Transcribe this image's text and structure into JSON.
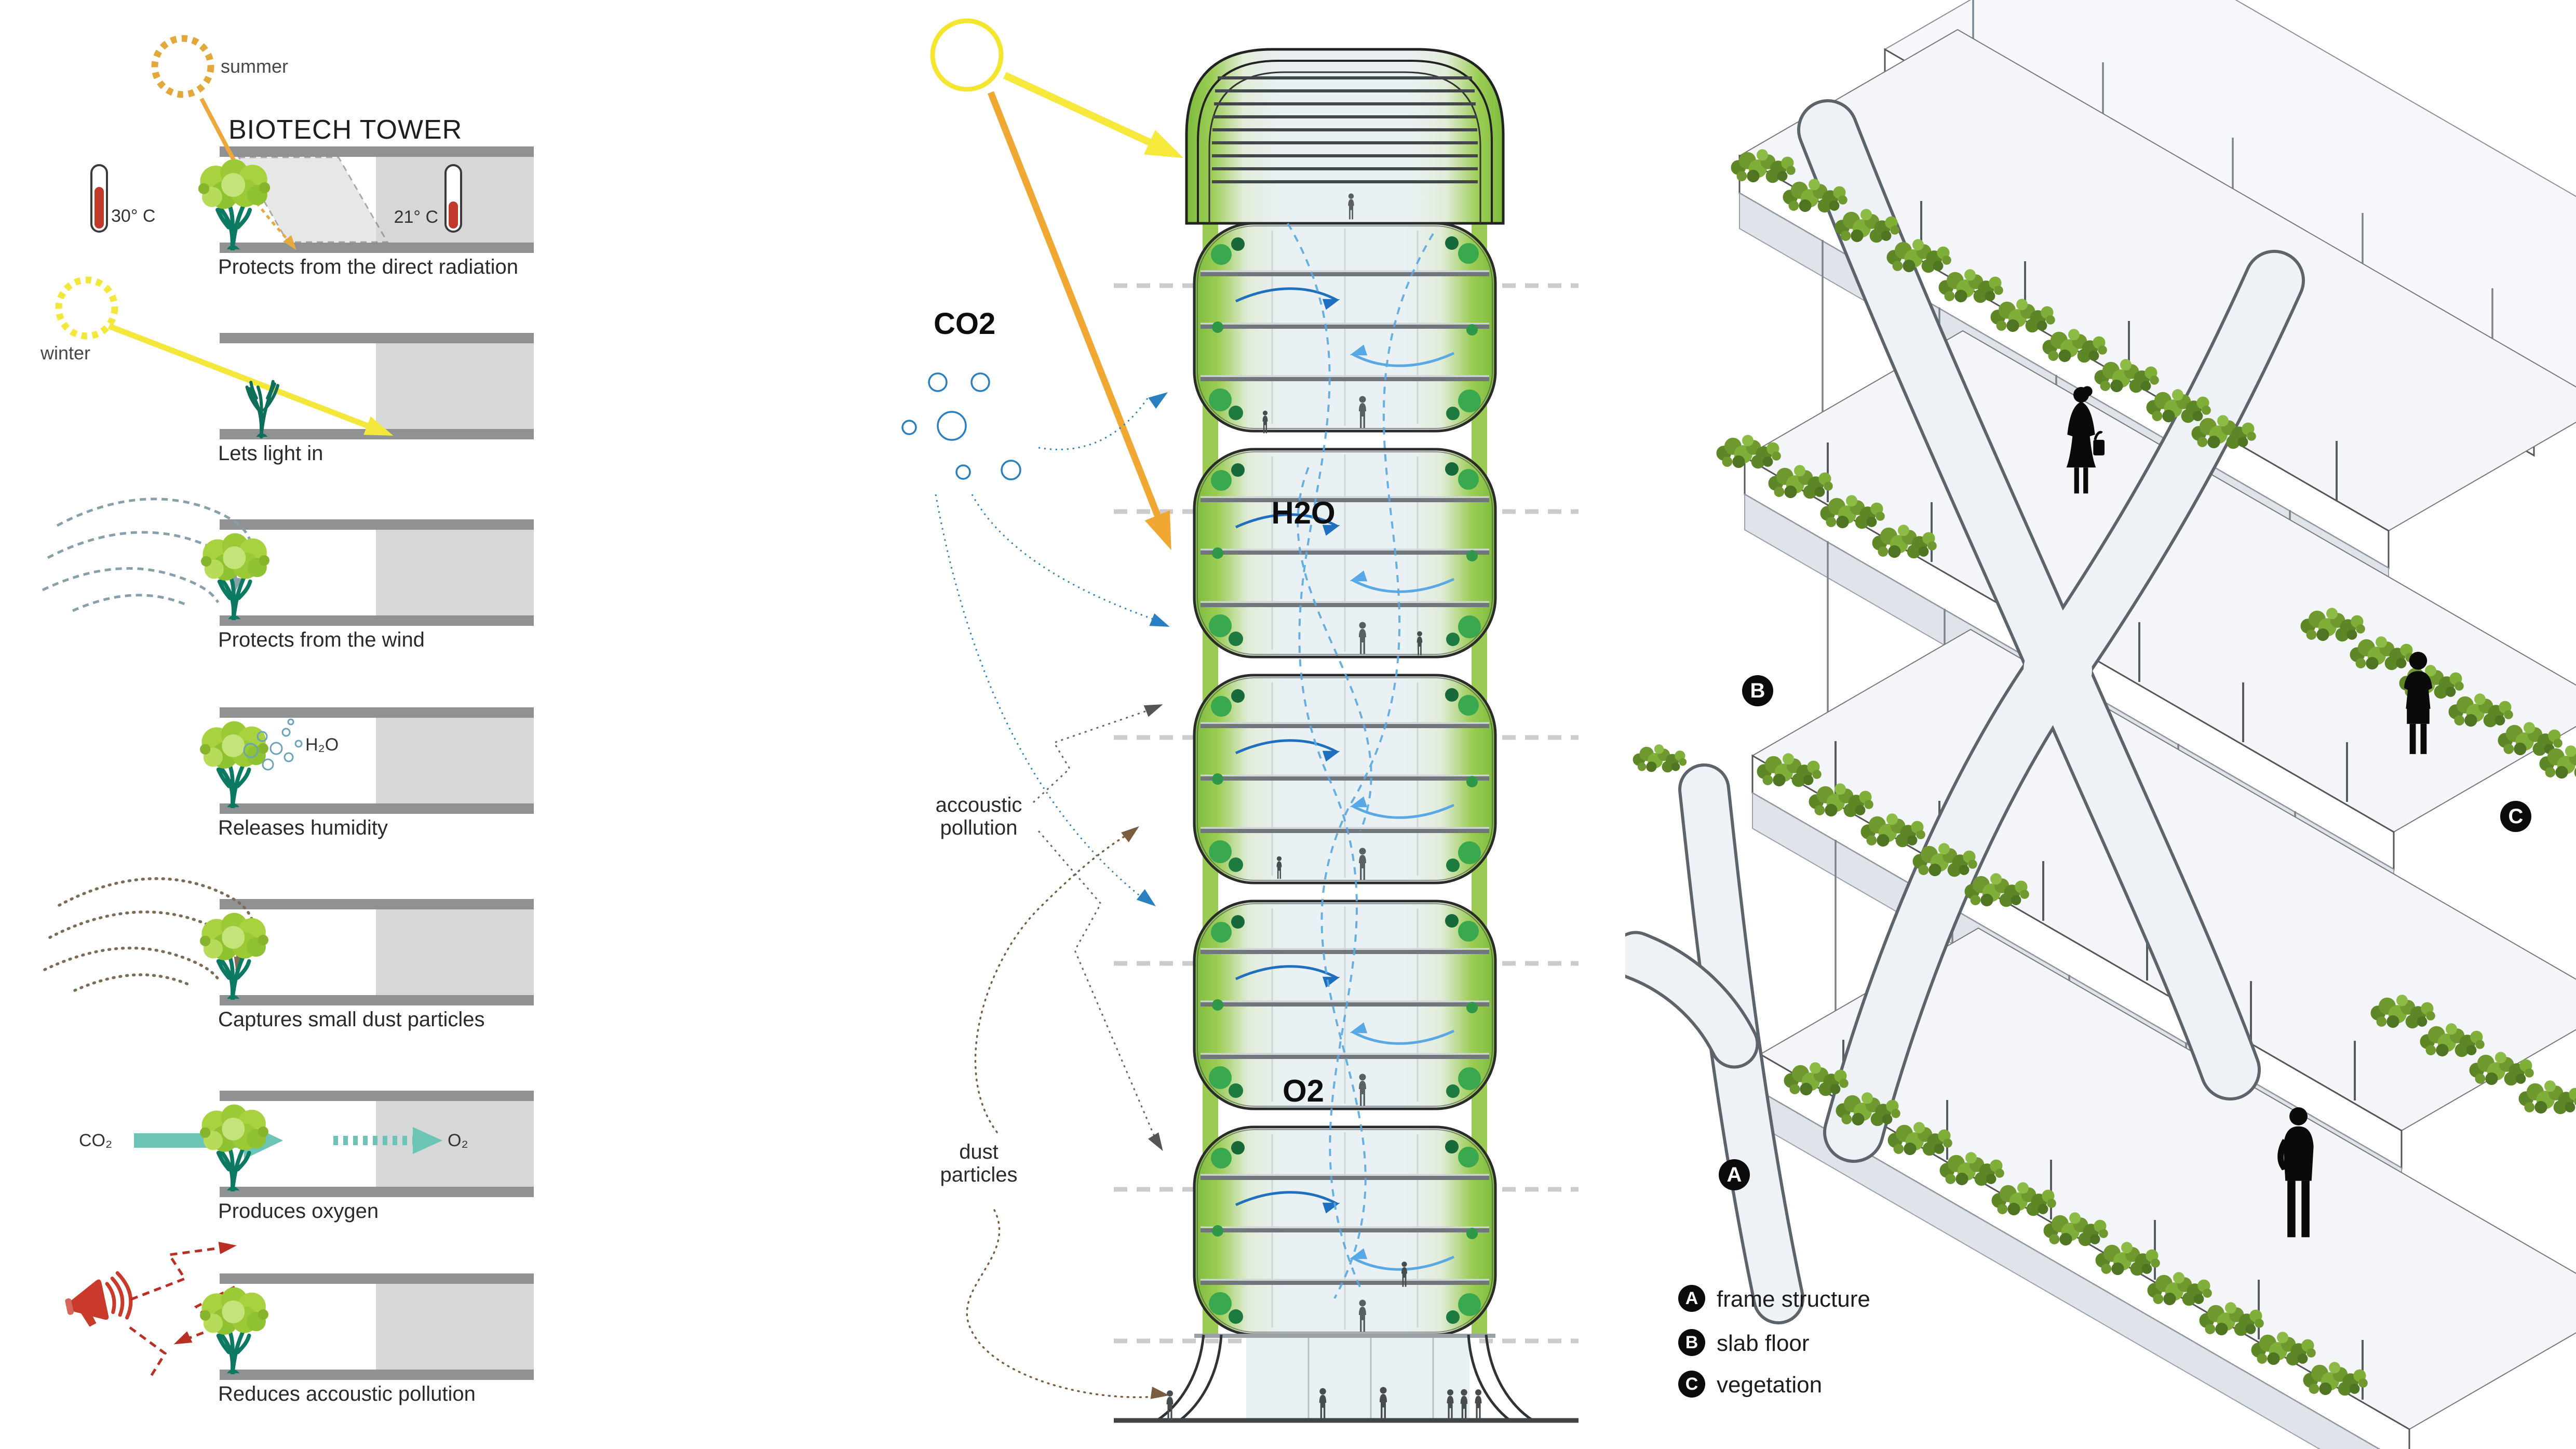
{
  "page": {
    "background": "#ffffff"
  },
  "left_panels": [
    {
      "id": "direct-radiation",
      "sun_label": "summer",
      "title": "BIOTECH TOWER",
      "temp_outside": "30° C",
      "temp_inside": "21° C",
      "caption": "Protects from the direct radiation"
    },
    {
      "id": "winter-light",
      "sun_label": "winter",
      "caption": "Lets light in"
    },
    {
      "id": "wind",
      "caption": "Protects from the wind"
    },
    {
      "id": "humidity",
      "molecule_label": "H₂O",
      "caption": "Releases humidity"
    },
    {
      "id": "dust",
      "caption": "Captures small dust particles"
    },
    {
      "id": "oxygen",
      "input_label": "CO₂",
      "output_label": "O₂",
      "caption": "Produces oxygen"
    },
    {
      "id": "acoustic",
      "caption": "Reduces accoustic pollution"
    }
  ],
  "tower_section": {
    "co2_label": "CO2",
    "h2o_label": "H2O",
    "o2_label": "O2",
    "acoustic_label_line1": "accoustic",
    "acoustic_label_line2": "pollution",
    "dust_label_line1": "dust",
    "dust_label_line2": "particles"
  },
  "axon": {
    "markers": {
      "a": "A",
      "b": "B",
      "c": "C"
    },
    "legend": [
      {
        "key": "A",
        "label": "frame structure"
      },
      {
        "key": "B",
        "label": "slab floor"
      },
      {
        "key": "C",
        "label": "vegetation"
      }
    ]
  },
  "colors": {
    "foliage": "#a3cf3b",
    "trunk": "#0c7a63",
    "slab_gray": "#8f9192",
    "room_gray": "#d6d8d8",
    "summer_sun": "#e3a83c",
    "winter_sun": "#f2e73b",
    "orange_arrow": "#f0a832",
    "yellow_arrow": "#f6e93c",
    "teal_arrow": "#6cc4b6",
    "megaphone_red": "#c9392c",
    "flow_blue": "#1e6fc0",
    "tower_green": "#7dbb3c",
    "glass": "#e9f1f4"
  }
}
